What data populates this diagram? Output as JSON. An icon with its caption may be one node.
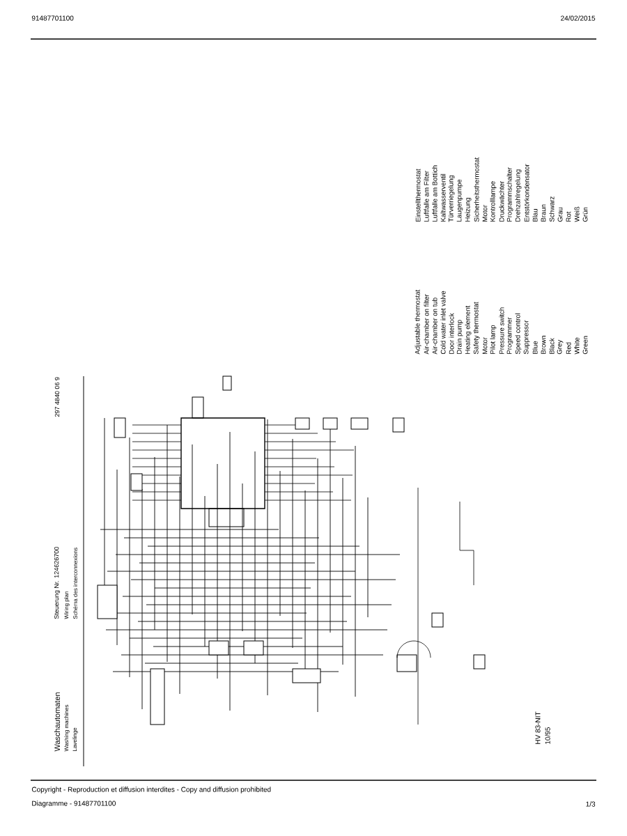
{
  "diagram": {
    "labels": [
      "91487701100",
      "24/02/2015",
      "Waschautomaten",
      "Washing machines",
      "Lavelinge",
      "Steuerung Nr. 124626700",
      "Wiring plan",
      "Schéma des interconnexions",
      "297 4840 06 9",
      "Adjustable thermostat",
      "Air-chamber on filter",
      "Air-chamber on tub",
      "Cold water inlet valve",
      "Door interlock",
      "Drain pump",
      "Heating element",
      "Safety thermostat",
      "Motor",
      "Pilot lamp",
      "Pressure switch",
      "Programmer",
      "Speed control",
      "Suppressor",
      "Blue",
      "Brown",
      "Black",
      "Grey",
      "Red",
      "White",
      "Green",
      "Einstellthermostat",
      "Luftfalle am Filter",
      "Luftfalle am Bottich",
      "Kaltwasserventil",
      "Türverriegelung",
      "Laugenpumpe",
      "Heizung",
      "Sicherheitsthermostat",
      "Motor",
      "Kontrolllampe",
      "Druckwächter",
      "Programmschalter",
      "Drehzahlregelung",
      "Entstörkondensator",
      "Blau",
      "Braun",
      "Schwarz",
      "Grau",
      "Rot",
      "Weiß",
      "Grün",
      "HV 83-NIT",
      "10/95",
      "Copyright - Reproduction et diffusion interdites - Copy and diffusion prohibited",
      "Diagramme - 91487701100",
      "1/3"
    ]
  }
}
